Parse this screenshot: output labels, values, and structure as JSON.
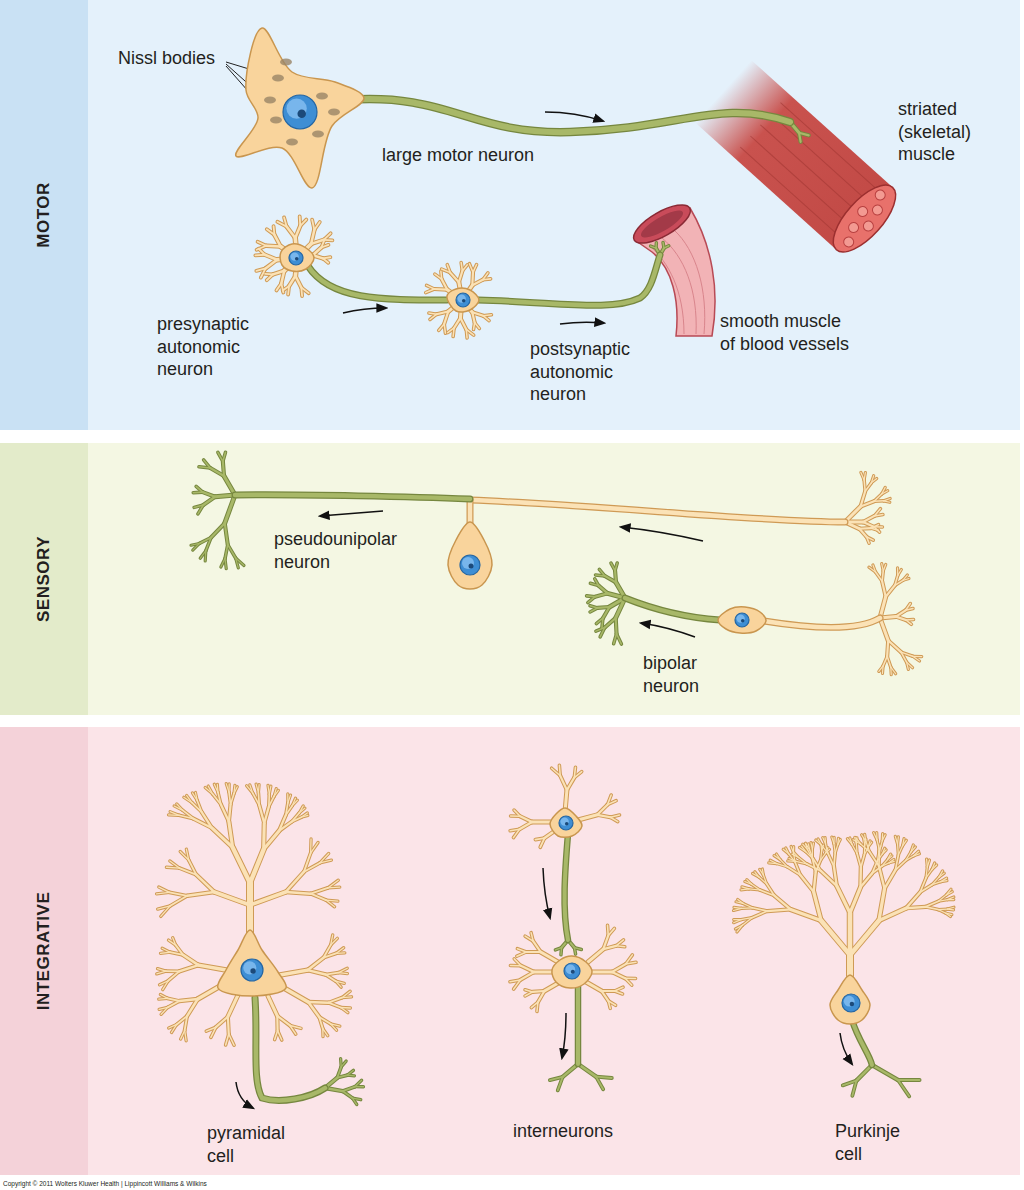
{
  "diagram": {
    "nodes": [
      {
        "text": [
          "MOTOR"
        ]
      },
      {
        "text": [
          "SENSORY"
        ]
      },
      {
        "text": [
          "INTEGRATIVE"
        ]
      }
    ],
    "labels": [
      "Nissl bodies",
      "large motor neuron",
      "striated (skeletal) muscle",
      "presynaptic autonomic neuron",
      "smooth muscle of blood vessels",
      "postsynaptic autonomic neuron",
      "pseudounipolar neuron",
      "bipolar neuron",
      "pyramidal cell",
      "interneurons",
      "Purkinje cell",
      "Copyright © 2011 Wolters Kluwer Health | Lippincott Williams & Wilkins"
    ]
  }
}
